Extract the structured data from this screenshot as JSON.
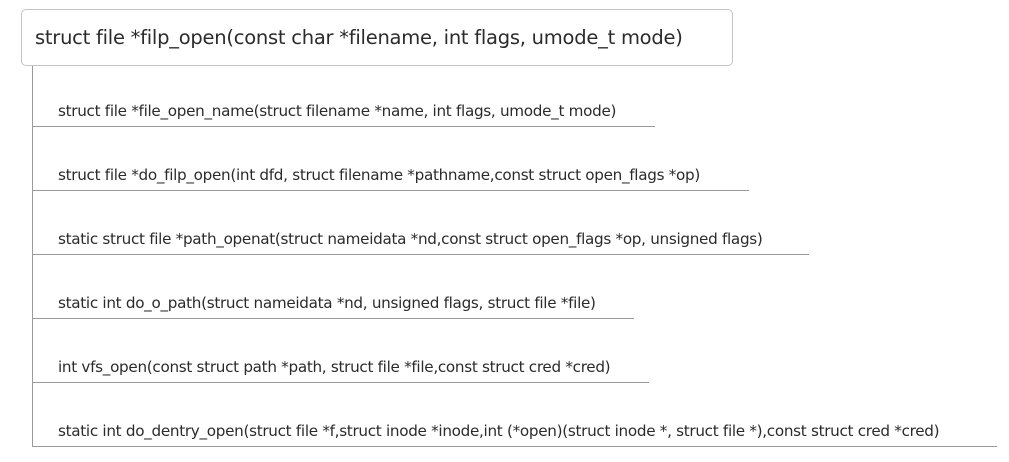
{
  "root": {
    "label": "struct file *filp_open(const char *filename, int flags, umode_t mode)"
  },
  "children": [
    {
      "label": "struct file *file_open_name(struct filename *name, int flags, umode_t mode)"
    },
    {
      "label": "struct file *do_filp_open(int dfd, struct filename *pathname,const struct open_flags *op)"
    },
    {
      "label": "static struct file *path_openat(struct nameidata *nd,const struct open_flags *op, unsigned flags)"
    },
    {
      "label": "static int do_o_path(struct nameidata *nd, unsigned flags, struct file *file)"
    },
    {
      "label": "int vfs_open(const struct path *path, struct file *file,const struct cred *cred)"
    },
    {
      "label": "static int do_dentry_open(struct file *f,struct inode *inode,int (*open)(struct inode *, struct file *),const struct cred *cred)"
    }
  ],
  "colors": {
    "text": "#2b2b2b",
    "node_border": "#c4c4c4",
    "connector": "#9a9a9a",
    "background": "#ffffff"
  }
}
